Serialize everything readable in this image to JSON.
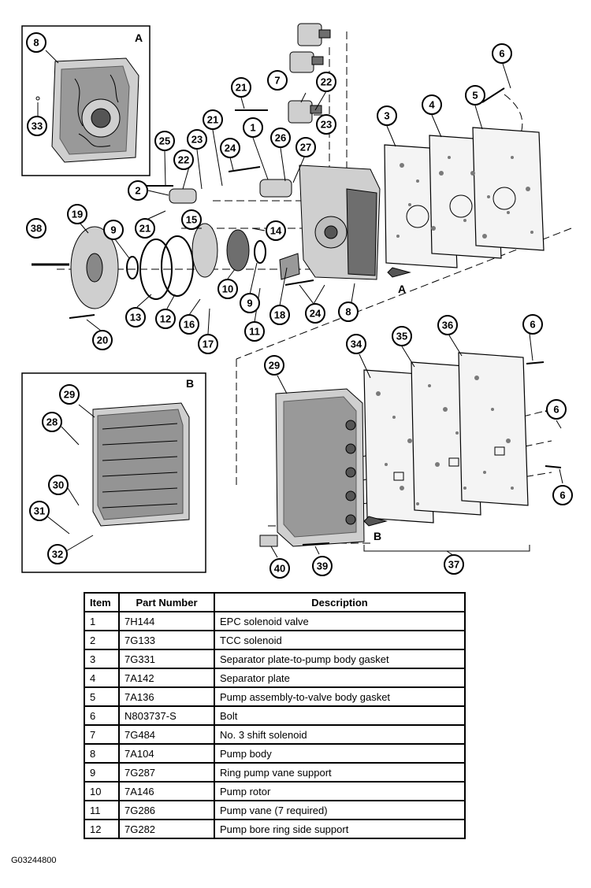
{
  "figure_id": "G03244800",
  "view_letters": {
    "a": "A",
    "b": "B"
  },
  "callouts": [
    "8",
    "33",
    "6",
    "21",
    "7",
    "22",
    "23",
    "3",
    "4",
    "5",
    "25",
    "21",
    "23",
    "1",
    "26",
    "27",
    "24",
    "2",
    "22",
    "19",
    "38",
    "9",
    "15",
    "14",
    "21",
    "13",
    "12",
    "10",
    "9",
    "18",
    "24",
    "8",
    "16",
    "17",
    "11",
    "20",
    "6",
    "34",
    "35",
    "36",
    "29",
    "29",
    "28",
    "30",
    "31",
    "32",
    "6",
    "6",
    "40",
    "39",
    "37"
  ],
  "table": {
    "headers": [
      "Item",
      "Part Number",
      "Description"
    ],
    "rows": [
      [
        "1",
        "7H144",
        "EPC solenoid valve"
      ],
      [
        "2",
        "7G133",
        "TCC solenoid"
      ],
      [
        "3",
        "7G331",
        "Separator plate-to-pump body gasket"
      ],
      [
        "4",
        "7A142",
        "Separator plate"
      ],
      [
        "5",
        "7A136",
        "Pump assembly-to-valve body gasket"
      ],
      [
        "6",
        "N803737-S",
        "Bolt"
      ],
      [
        "7",
        "7G484",
        "No. 3 shift solenoid"
      ],
      [
        "8",
        "7A104",
        "Pump body"
      ],
      [
        "9",
        "7G287",
        "Ring pump vane support"
      ],
      [
        "10",
        "7A146",
        "Pump rotor"
      ],
      [
        "11",
        "7G286",
        "Pump vane (7 required)"
      ],
      [
        "12",
        "7G282",
        "Pump bore ring side support"
      ]
    ]
  }
}
